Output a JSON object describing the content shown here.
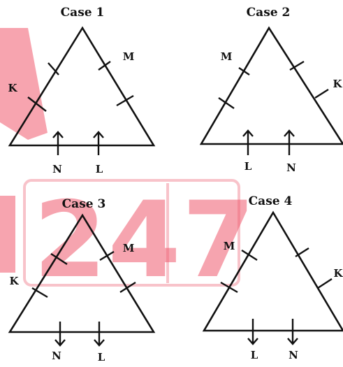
{
  "cases": [
    {
      "title": "Case 1",
      "side_labels": {
        "K": "K",
        "M": "M"
      },
      "base_labels": {
        "left": "N",
        "right": "L"
      },
      "arrow_direction": "up"
    },
    {
      "title": "Case 2",
      "side_labels": {
        "K": "K",
        "M": "M"
      },
      "base_labels": {
        "left": "L",
        "right": "N"
      },
      "arrow_direction": "up"
    },
    {
      "title": "Case 3",
      "side_labels": {
        "K": "K",
        "M": "M"
      },
      "base_labels": {
        "left": "N",
        "right": "L"
      },
      "arrow_direction": "down"
    },
    {
      "title": "Case 4",
      "side_labels": {
        "K": "K",
        "M": "M"
      },
      "base_labels": {
        "left": "L",
        "right": "N"
      },
      "arrow_direction": "down"
    }
  ],
  "watermark": {
    "text": "247",
    "color": "#f05a6e",
    "icon": "watermark-logo"
  }
}
